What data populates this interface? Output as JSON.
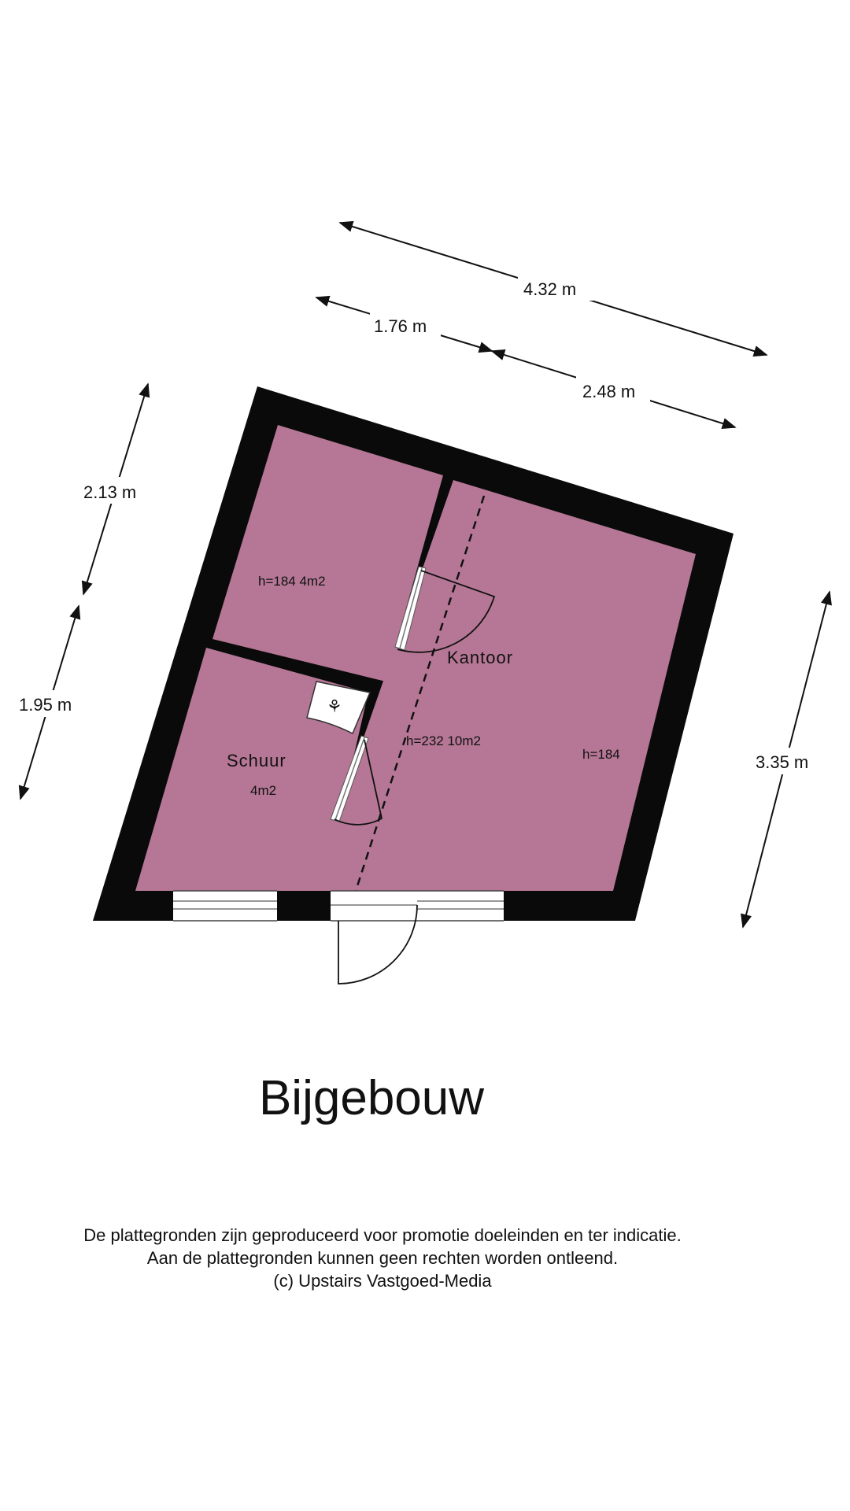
{
  "title": "Bijgebouw",
  "dimensions": {
    "top_total": "4.32 m",
    "top_left": "1.76 m",
    "top_right": "2.48 m",
    "left_upper": "2.13 m",
    "left_lower": "1.95 m",
    "right": "3.35 m"
  },
  "rooms": {
    "top_room": {
      "label": "h=184  4m2"
    },
    "kantoor": {
      "name": "Kantoor",
      "height_area": "h=232  10m2",
      "height_low": "h=184"
    },
    "schuur": {
      "name": "Schuur",
      "area": "4m2"
    }
  },
  "disclaimer": {
    "line1": "De plattegronden zijn geproduceerd voor promotie doeleinden en ter indicatie.",
    "line2": "Aan de plattegronden kunnen geen rechten worden ontleend.",
    "line3": "(c) Upstairs Vastgoed-Media"
  },
  "colors": {
    "wall": "#0a0a0a",
    "floor": "#b57795",
    "background": "#ffffff"
  },
  "icons": [
    "boiler-icon",
    "door-swing-icon",
    "window-icon"
  ]
}
